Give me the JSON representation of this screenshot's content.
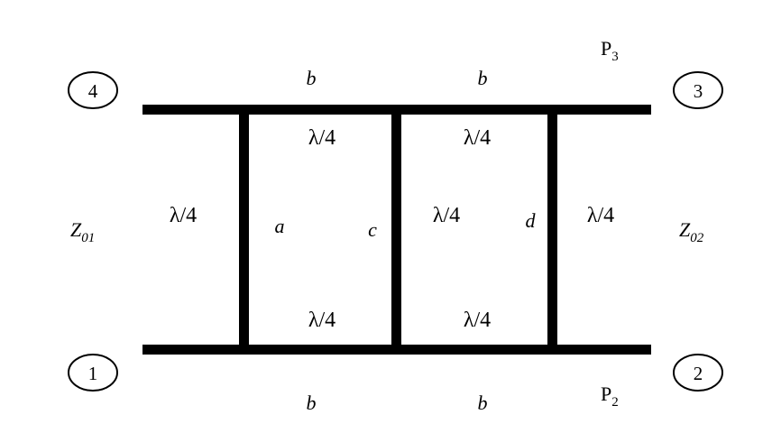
{
  "ports": {
    "p1": "1",
    "p2": "2",
    "p3": "3",
    "p4": "4"
  },
  "power": {
    "p3": {
      "letter": "P",
      "sub": "3"
    },
    "p2": {
      "letter": "P",
      "sub": "2"
    }
  },
  "impedance": {
    "left": {
      "letter": "Z",
      "sub": "01"
    },
    "right": {
      "letter": "Z",
      "sub": "02"
    }
  },
  "line_impedances": {
    "top_left": "b",
    "top_right": "b",
    "bottom_left": "b",
    "bottom_right": "b",
    "branch_1": "a",
    "branch_2": "c",
    "branch_3": "d"
  },
  "lengths": {
    "top_left": "λ/4",
    "top_right": "λ/4",
    "bottom_left": "λ/4",
    "bottom_right": "λ/4",
    "outer_left": "λ/4",
    "middle": "λ/4",
    "outer_right": "λ/4"
  },
  "colors": {
    "line": "#000000",
    "background": "#ffffff"
  }
}
